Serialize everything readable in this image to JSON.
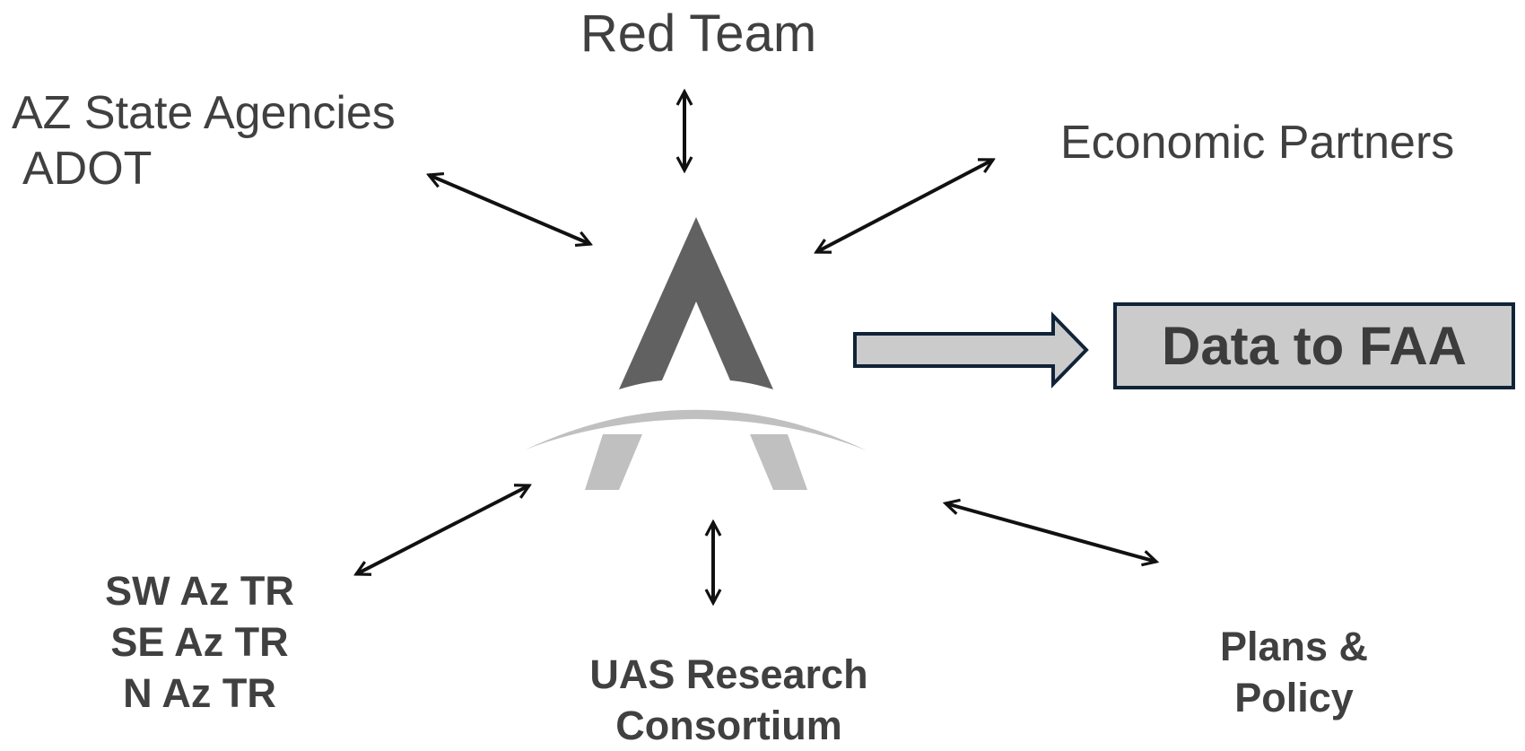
{
  "nodes": {
    "red_team": "Red Team",
    "az_state": [
      "AZ State Agencies",
      "ADOT"
    ],
    "economic_partners": "Economic Partners",
    "tribal_regions": [
      "SW Az TR",
      "SE Az TR",
      "N Az TR"
    ],
    "uas_research": [
      "UAS Research",
      "Consortium"
    ],
    "plans_policy": [
      "Plans &",
      "Policy"
    ]
  },
  "output": {
    "label": "Data to FAA"
  },
  "logo": {
    "name": "central-hub-logo",
    "colors": {
      "peak": "#606160",
      "arc": "#c0c0c0"
    }
  },
  "colors": {
    "text": "#404040",
    "arrow": "#111111",
    "faa_fill": "#cbcbcb",
    "faa_border": "#102338"
  }
}
